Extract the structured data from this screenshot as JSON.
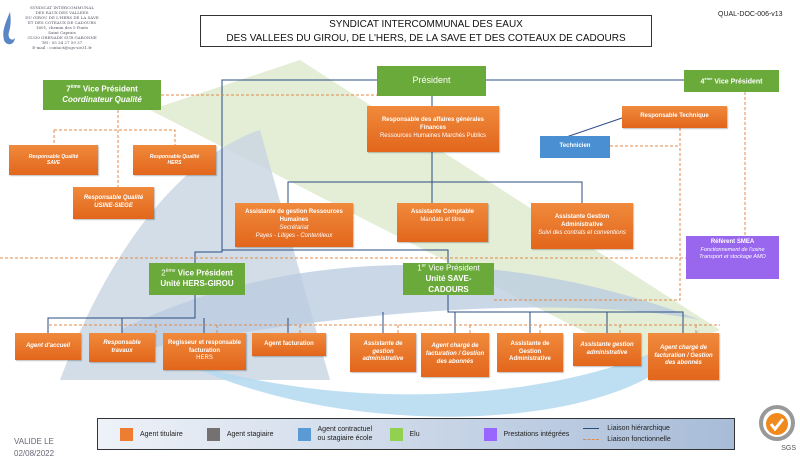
{
  "logo": {
    "lines": [
      "SYNDICAT INTERCOMMUNAL",
      "DES EAUX DES VALLEES",
      "DU GIROU DE L'HERS DE LA SAVE",
      "ET DES COTEAUX DE CADOURS",
      "1601, chemin des 5 Ponts",
      "Saint Caprais",
      "31330 GRENADE SUR GARONNE",
      "Tél : 05 34 27 59 37",
      "E-mail : contact@sgs-sie31.fr"
    ]
  },
  "title": {
    "line1": "SYNDICAT INTERCOMMUNAL DES EAUX",
    "line2": "DES VALLEES DU GIROU, DE L'HERS, DE LA SAVE ET DES COTEAUX DE CADOURS"
  },
  "doc_code": "QUAL-DOC-006-v13",
  "nodes": {
    "president": "Président",
    "vp7": {
      "sup": "ème",
      "num": "7",
      "title": "Vice Président",
      "sub": "Coordinateur Qualité"
    },
    "vp4": {
      "num": "4",
      "sup": "ème",
      "title": "Vice Président"
    },
    "rq_save": {
      "l1": "Responsable Qualité",
      "l2": "SAVE"
    },
    "rq_hers": {
      "l1": "Responsable Qualité",
      "l2": "HERS"
    },
    "rq_usine": {
      "l1": "Responsable Qualité",
      "l2": "USINE-SIEGE"
    },
    "rag": {
      "l1": "Responsable des affaires générales",
      "l2": "Finances",
      "l3": "Ressources Humaines Marchés Publics"
    },
    "rtech": "Responsable Technique",
    "technicien": "Technicien",
    "agrh": {
      "l1": "Assistante de gestion Ressources Humaines",
      "l2": "Secrétariat",
      "l3": "Payes -  Litiges - Contentieux"
    },
    "acompta": {
      "l1": "Assistante Comptable",
      "l2": "Mandats et titres"
    },
    "aga": {
      "l1": "Assistante Gestion Administrative",
      "l2": "Suivi des contrats et conventions"
    },
    "smea": {
      "l1": "Référent SMEA",
      "l2": "Fonctionnement de l'usine",
      "l3": "Transport et stockage  AMO"
    },
    "vp2": {
      "num": "2",
      "sup": "ème",
      "title": "Vice Président",
      "sub": "Unité HERS-GIROU"
    },
    "vp1": {
      "num": "1",
      "sup": "er",
      "title": "Vice Président",
      "sub": "Unité SAVE-CADOURS"
    }
  },
  "bottom": [
    {
      "label": "Agent d'accueil"
    },
    {
      "label": "Responsable travaux"
    },
    {
      "label": "Regisseur et responsable facturation",
      "sub": "HERS"
    },
    {
      "label": "Agent facturation"
    },
    {
      "label": "Assistante de gestion administrative"
    },
    {
      "label": "Agent chargé de facturation / Gestion des abonnés"
    },
    {
      "label": "Assistante de Gestion Administrative"
    },
    {
      "label": "Assistante gestion administrative"
    },
    {
      "label": "Agent chargé de facturation / Gestion des abonnés"
    }
  ],
  "legend": {
    "items": [
      {
        "label": "Agent titulaire",
        "color": "#ed7d31"
      },
      {
        "label": "Agent stagiaire",
        "color": "#767171"
      },
      {
        "label": "Agent contractuel ou stagiaire école",
        "color": "#5b9bd5"
      },
      {
        "label": "Elu",
        "color": "#92d050"
      },
      {
        "label": "Prestations intégrées",
        "color": "#9966ff"
      }
    ],
    "hier": "Liaison hiérarchique",
    "func": "Liaison fonctionnelle"
  },
  "validation": {
    "label": "VALIDE LE",
    "date": "02/08/2022"
  },
  "cert": "SGS"
}
